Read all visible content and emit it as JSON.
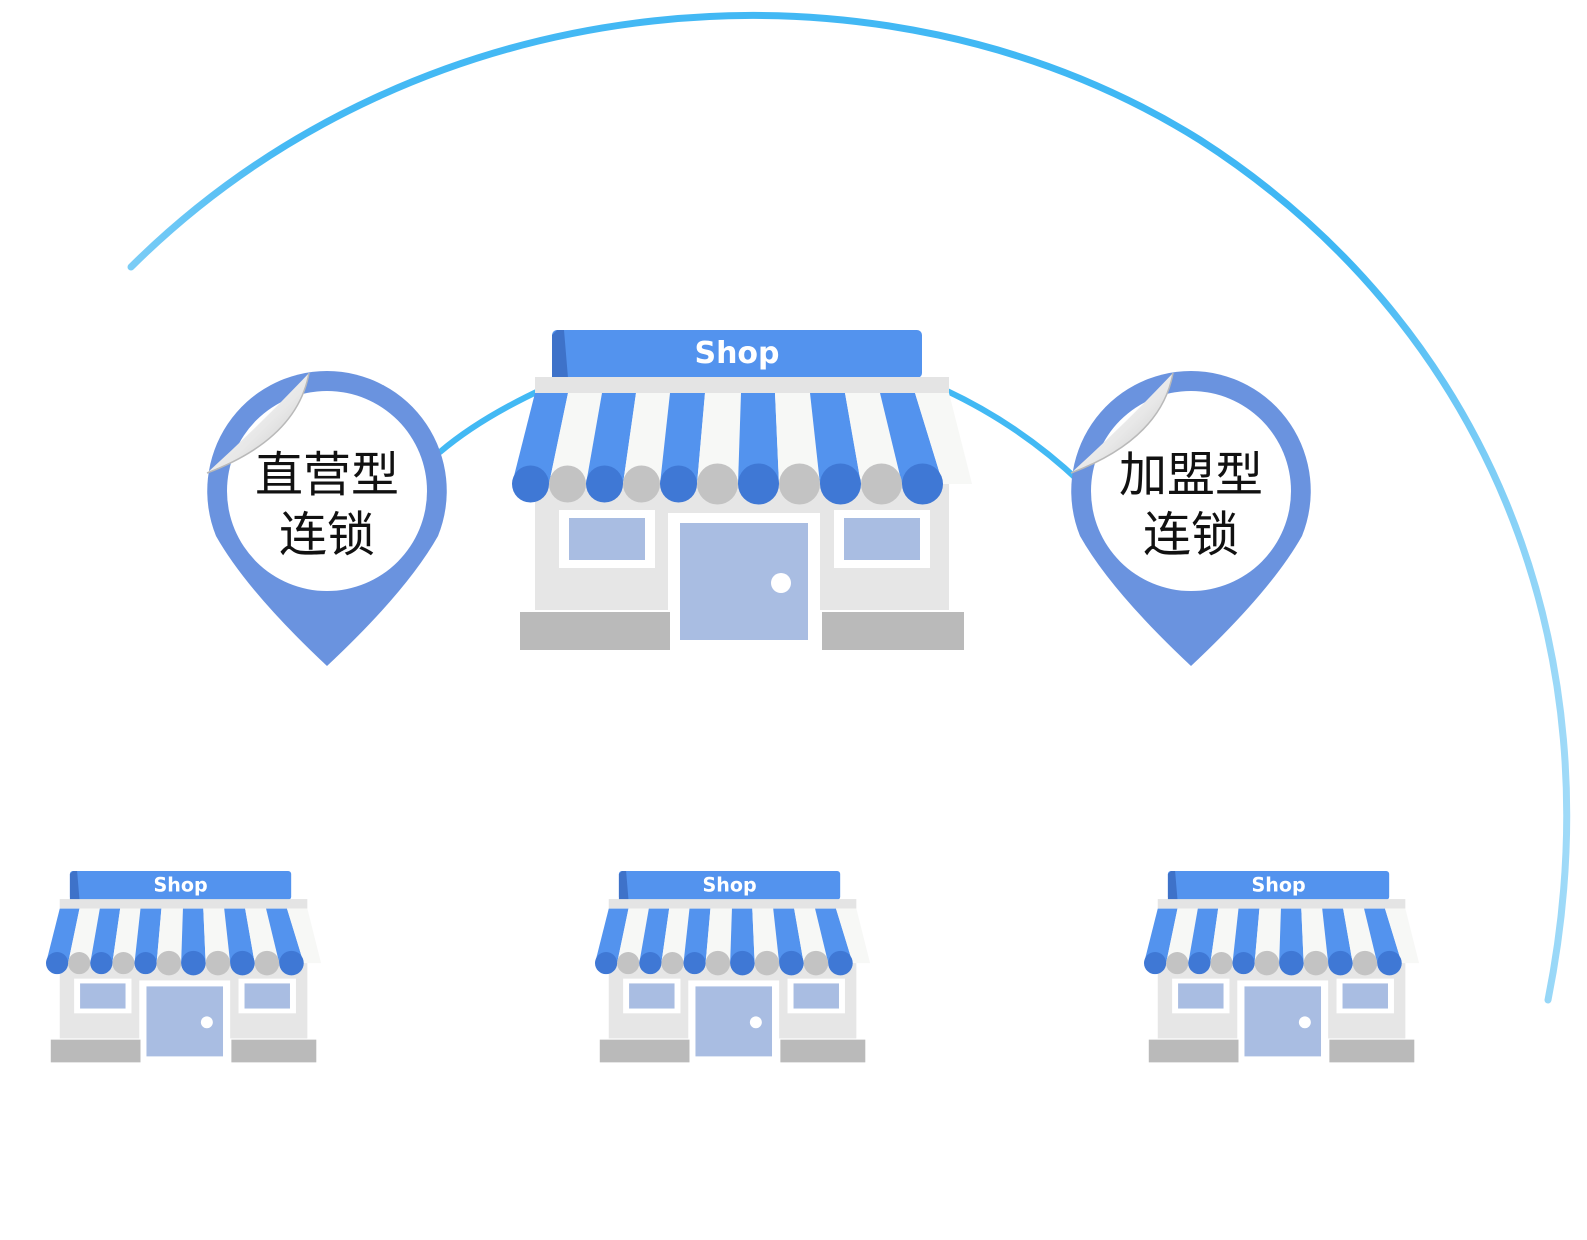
{
  "pins": {
    "direct": {
      "line1": "直营型",
      "line2": "连锁"
    },
    "franchise": {
      "line1": "加盟型",
      "line2": "连锁"
    }
  },
  "shops": {
    "main": {
      "sign": "Shop"
    },
    "left": {
      "sign": "Shop"
    },
    "center": {
      "sign": "Shop"
    },
    "right": {
      "sign": "Shop"
    }
  },
  "colors": {
    "arc": "#3FB7F4",
    "awning_blue": "#5393EE",
    "awning_white": "#F7F8F6",
    "pin_blue": "#6A93DF",
    "window_blue": "#A9BDE2",
    "wall_gray": "#E6E6E6",
    "base_gray": "#BABABA"
  },
  "icons": {
    "pin": "map-pin-icon",
    "shop": "storefront-icon"
  }
}
